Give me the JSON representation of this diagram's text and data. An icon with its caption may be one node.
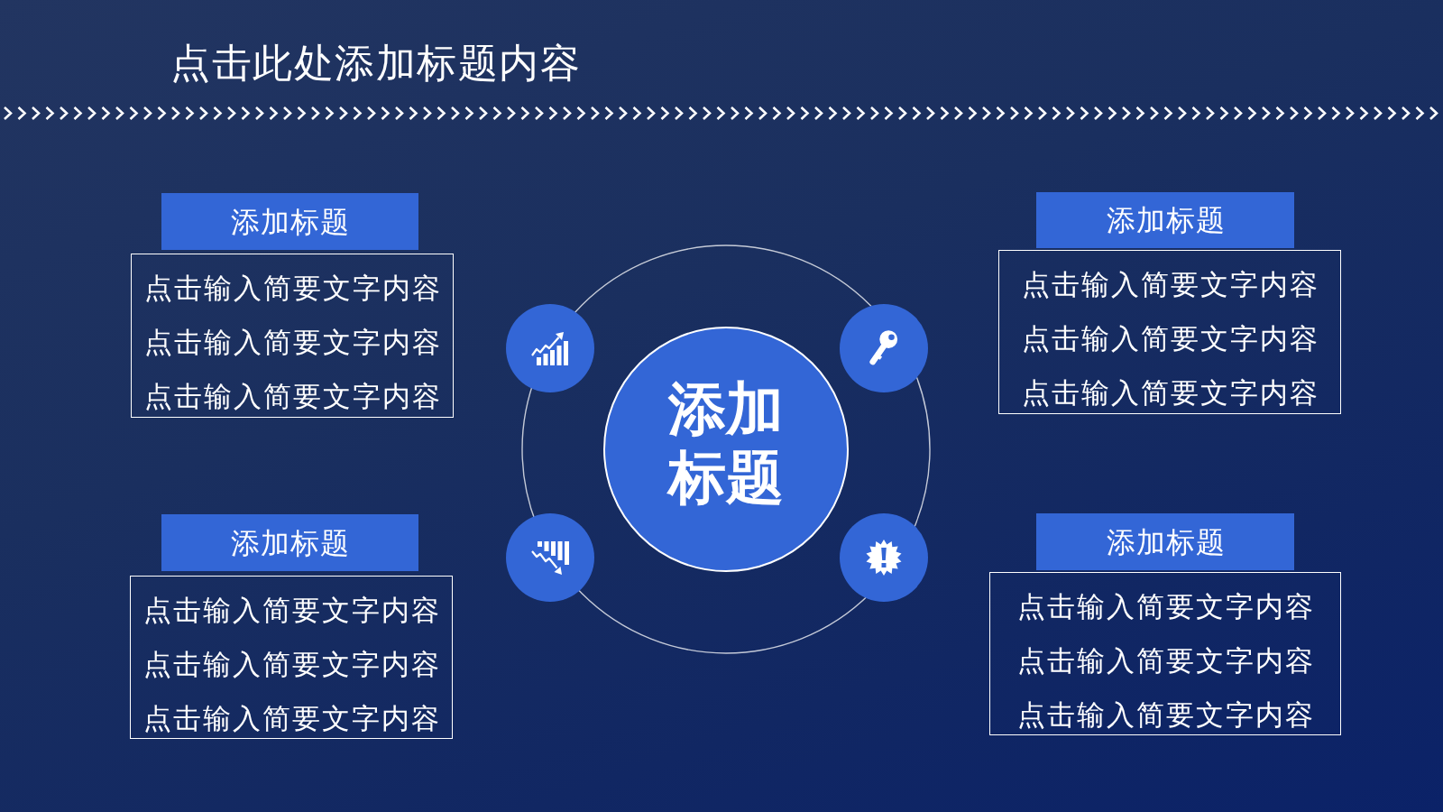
{
  "diagram": {
    "title": "点击此处添加标题内容",
    "nodes": [
      {
        "text": [
          "添加标题"
        ]
      },
      {
        "text": [
          "点击输入简要文字内容",
          "点击输入简要文字内容",
          "点击输入简要文字内容"
        ]
      },
      {
        "text": [
          "添加标题"
        ]
      },
      {
        "text": [
          "点击输入简要文字内容",
          "点击输入简要文字内容",
          "点击输入简要文字内容"
        ]
      },
      {
        "text": [],
        "shape": "circle"
      },
      {
        "text": [],
        "shape": "circle"
      },
      {
        "text": [
          "添加标题"
        ]
      },
      {
        "text": [],
        "shape": "circle"
      },
      {
        "text": [],
        "shape": "circle"
      },
      {
        "text": [
          "添加标题"
        ]
      },
      {
        "text": [
          "点击输入简要文字内容",
          "点击输入简要文字内容",
          "点击输入简要文字内容"
        ]
      },
      {
        "text": [
          "添加标题"
        ]
      },
      {
        "text": [
          "点击输入简要文字内容",
          "点击输入简要文字内容",
          "点击输入简要文字内容"
        ]
      }
    ]
  }
}
